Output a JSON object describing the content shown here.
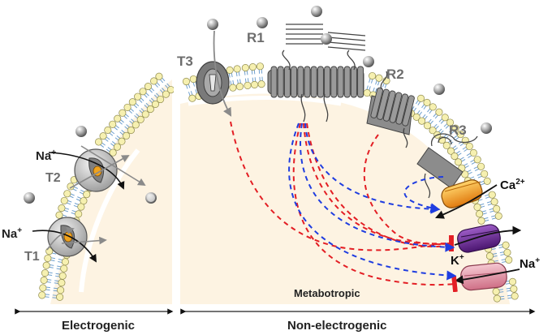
{
  "labels": {
    "t1": "T1",
    "t2": "T2",
    "t3": "T3",
    "r1": "R1",
    "r2": "R2",
    "r3": "R3",
    "na_left_1": "Na",
    "na_left_1_sup": "+",
    "na_left_2": "Na",
    "na_left_2_sup": "+",
    "ca": "Ca",
    "ca_sup": "2+",
    "k": "K",
    "k_sup": "+",
    "na_right": "Na",
    "na_right_sup": "+",
    "metabotropic": "Metabotropic",
    "electrogenic": "Electrogenic",
    "non_electrogenic": "Non-electrogenic"
  },
  "colors": {
    "cytoplasm": "#fdf3e2",
    "lipid_head": "#f6f0b0",
    "lipid_head_stroke": "#8f8a4c",
    "tail": "#6fa0cf",
    "protein_grey": "#8c8c8c",
    "activation": "#1f3de0",
    "inhibition": "#e31e24",
    "channel_orange": "#f4a21e",
    "channel_purple": "#6d2c91",
    "channel_pink": "#e8a1ae"
  },
  "icons": {
    "ligand": "ligand-sphere-icon",
    "transporter": "transporter-icon",
    "receptor": "gpcr-receptor-icon",
    "arrow": "arrow-icon"
  }
}
